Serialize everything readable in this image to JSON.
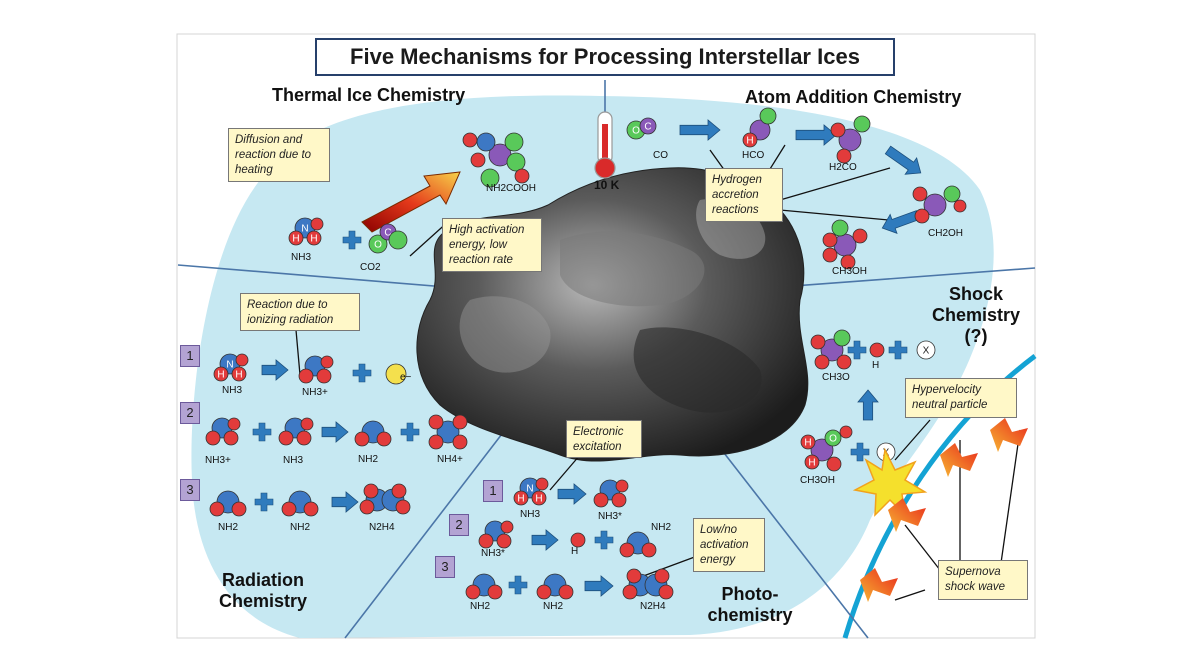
{
  "title": "Five Mechanisms for Processing Interstellar Ices",
  "sections": {
    "thermal": "Thermal Ice Chemistry",
    "atom_addition": "Atom Addition Chemistry",
    "shock_line1": "Shock",
    "shock_line2": "Chemistry (?)",
    "radiation_line1": "Radiation",
    "radiation_line2": "Chemistry",
    "photo_line1": "Photo-",
    "photo_line2": "chemistry"
  },
  "notes": {
    "diffusion": "Diffusion and reaction due to heating",
    "activation": "High activation energy, low reaction rate",
    "hydrogen": "Hydrogen accretion reactions",
    "ionizing": "Reaction due to ionizing radiation",
    "electronic": "Electronic excitation",
    "low_activation": "Low/no activation energy",
    "hypervelocity": "Hypervelocity neutral particle",
    "supernova": "Supernova shock wave"
  },
  "temperature": "10 K",
  "step_numbers": [
    "1",
    "2",
    "3"
  ],
  "molecule_labels": {
    "thermal": {
      "product": "NH2COOH",
      "reactant1": "NH3",
      "reactant2": "CO2"
    },
    "atom_addition": {
      "co": "CO",
      "hco": "HCO",
      "h2co": "H2CO",
      "ch2oh": "CH2OH",
      "ch3oh": "CH3OH"
    },
    "radiation": {
      "r1": [
        "NH3",
        "NH3+",
        "e−"
      ],
      "r2": [
        "NH3+",
        "NH3",
        "NH2",
        "NH4+"
      ],
      "r3": [
        "NH2",
        "NH2",
        "N2H4"
      ]
    },
    "photo": {
      "p1": [
        "NH3",
        "NH3*"
      ],
      "p2": [
        "NH3*",
        "H",
        "NH2"
      ],
      "p3": [
        "NH2",
        "NH2",
        "N2H4"
      ]
    },
    "shock": {
      "ch3o": "CH3O",
      "h": "H",
      "x": "X",
      "ch3oh": "CH3OH"
    }
  },
  "colors": {
    "ice_blob": "#c6e8f2",
    "arrow_blue": "#2f7bbd",
    "nitrogen": "#3d78c4",
    "hydrogen": "#e23b3b",
    "carbon": "#8a59b8",
    "oxygen": "#59c95a",
    "rock": "#4a4a4a",
    "note_fill": "#fff8c8",
    "number_box": "#b3a3d3"
  }
}
